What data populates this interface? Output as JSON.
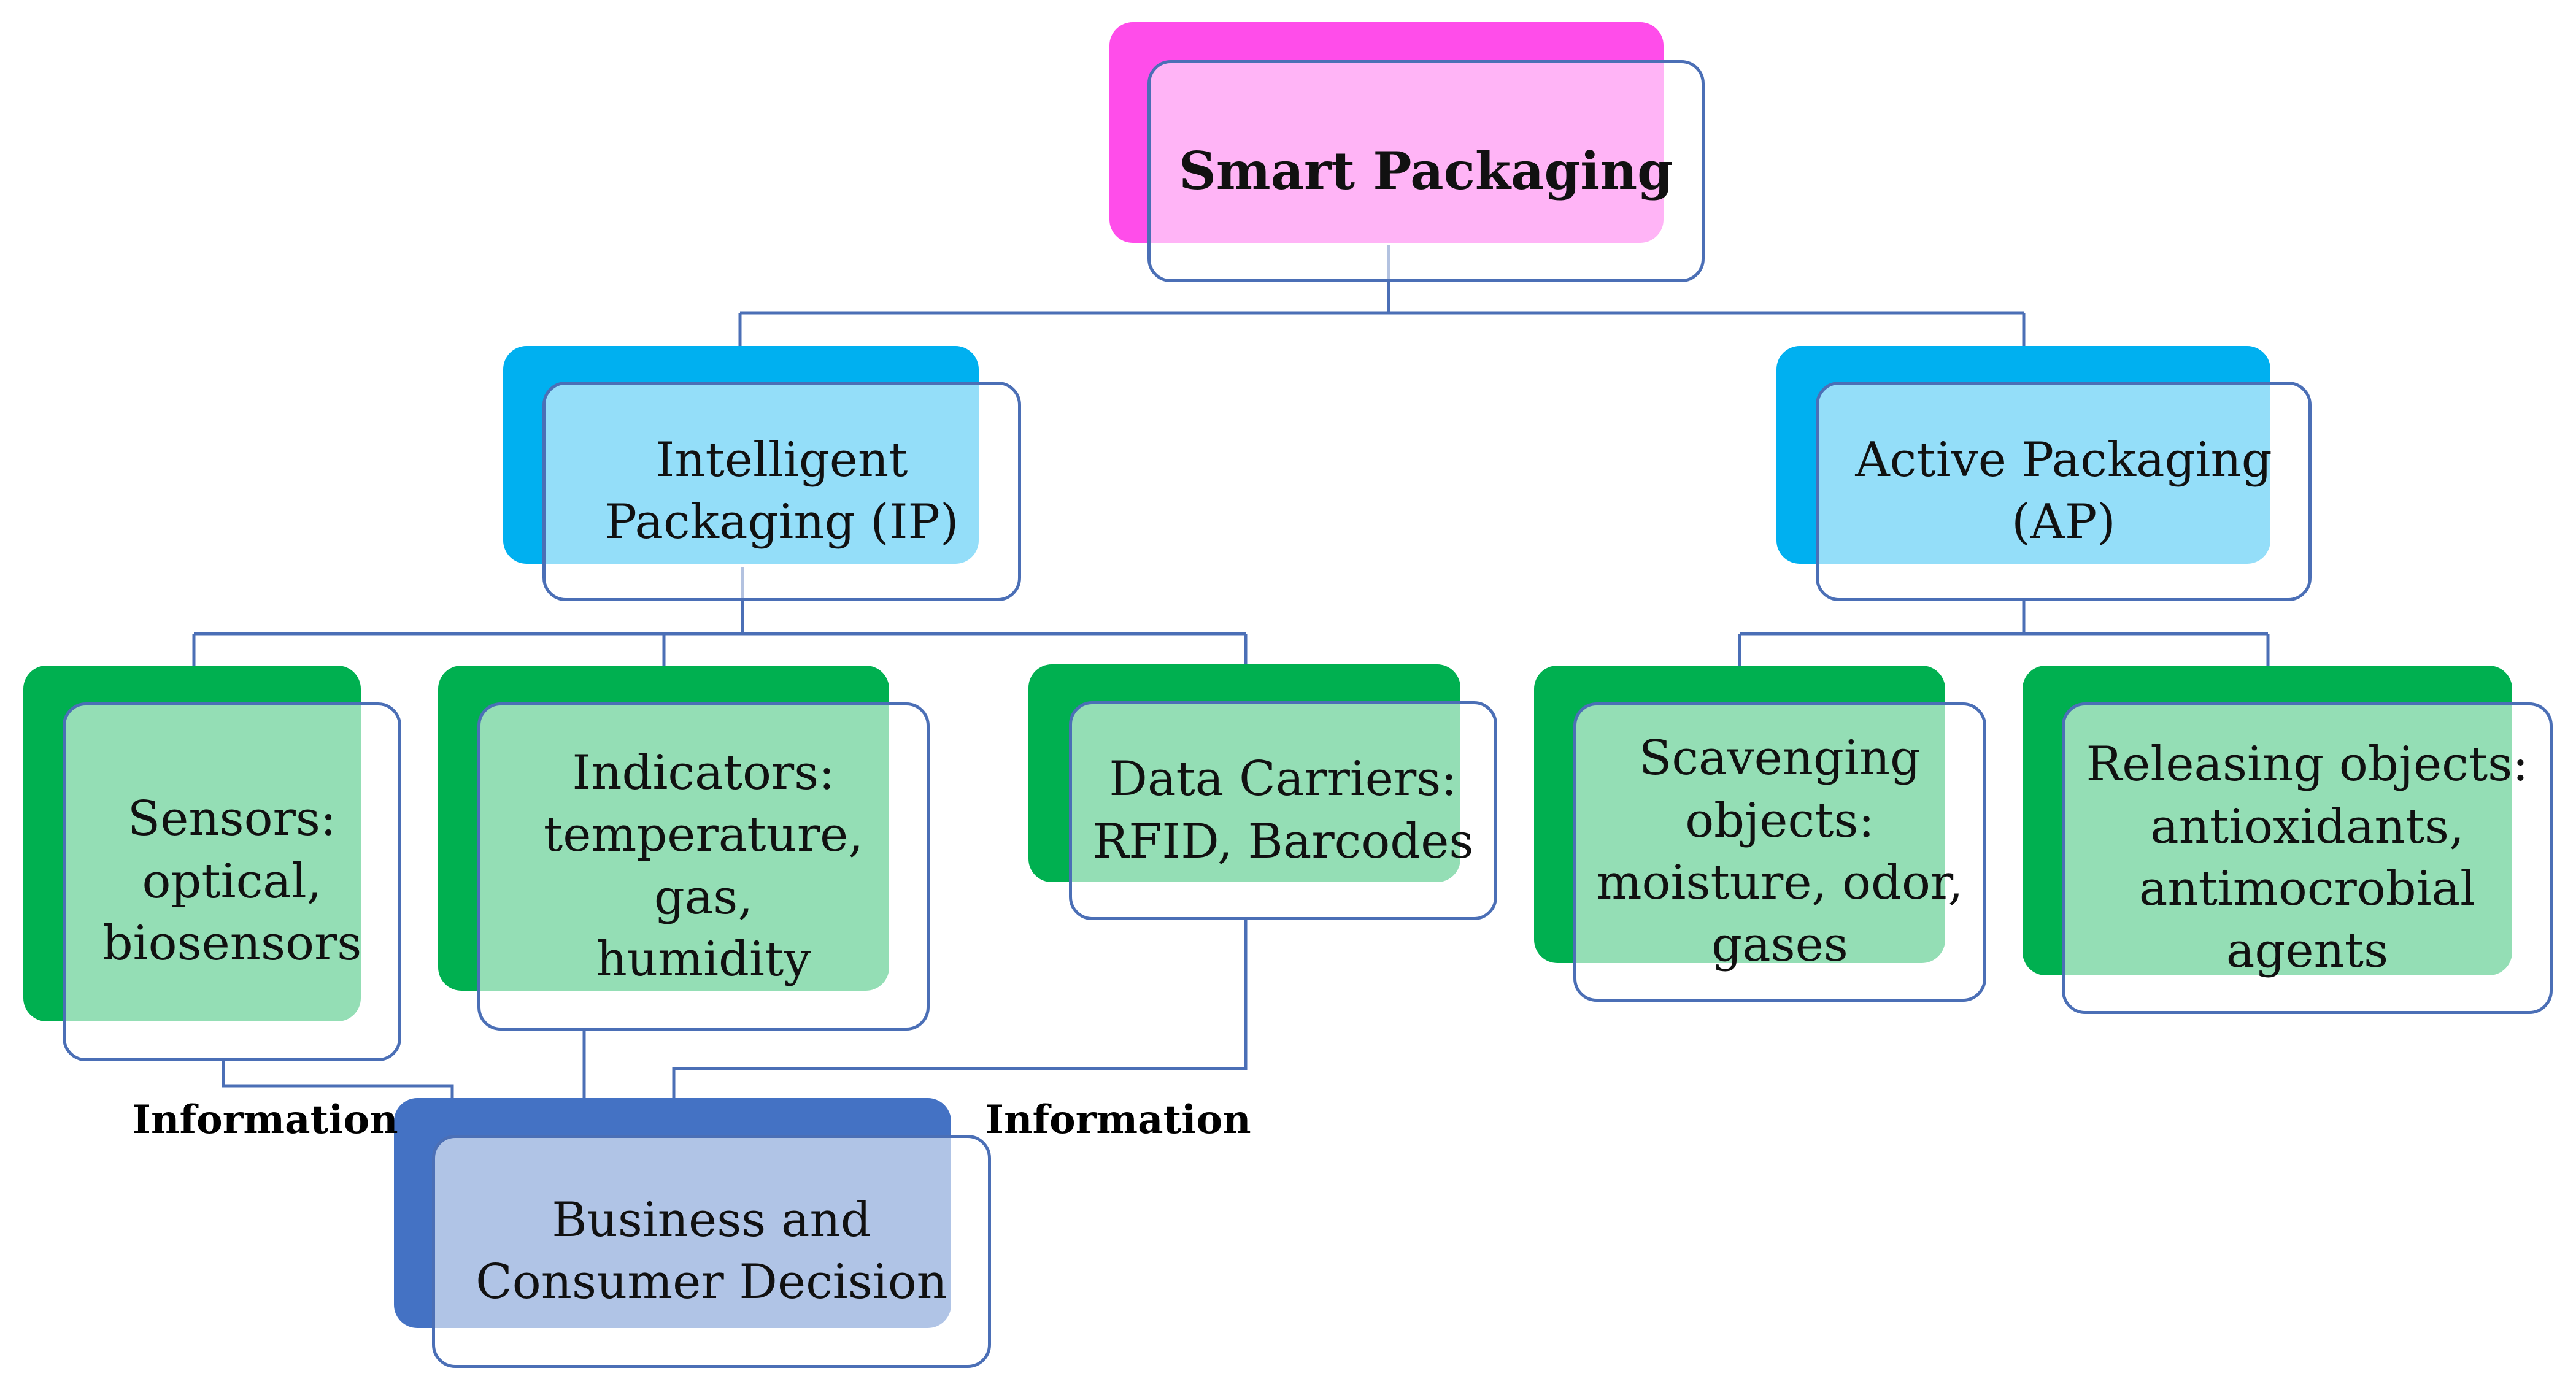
{
  "colors": {
    "root_shadow": "#ff4dea",
    "root_fill": "#fee6fb",
    "level1_shadow": "#00b0f0",
    "level1_fill": "#e4f5fd",
    "leaf_shadow": "#00b050",
    "leaf_fill": "#e6f6ea",
    "decision_shadow": "#4472c4",
    "decision_fill": "#e9eef8",
    "border": "#4b6fb6",
    "connector": "#4b6fb6"
  },
  "nodes": {
    "root": {
      "lines": [
        "Smart Packaging"
      ]
    },
    "intelligent": {
      "lines": [
        "Intelligent",
        "Packaging (IP)"
      ]
    },
    "active": {
      "lines": [
        "Active Packaging",
        "(AP)"
      ]
    },
    "sensors": {
      "lines": [
        "Sensors:",
        "optical,",
        "biosensors"
      ]
    },
    "indicators": {
      "lines": [
        "Indicators:",
        "temperature, gas,",
        "humidity"
      ]
    },
    "carriers": {
      "lines": [
        "Data Carriers:",
        "RFID, Barcodes"
      ]
    },
    "scavenging": {
      "lines": [
        "Scavenging",
        "objects:",
        "moisture, odor,",
        "gases"
      ]
    },
    "releasing": {
      "lines": [
        "Releasing objects:",
        "antioxidants,",
        "antimocrobial",
        "agents"
      ]
    },
    "decision": {
      "lines": [
        "Business and",
        "Consumer Decision"
      ]
    }
  },
  "labels": {
    "info_left": "Information",
    "info_right": "Information"
  }
}
